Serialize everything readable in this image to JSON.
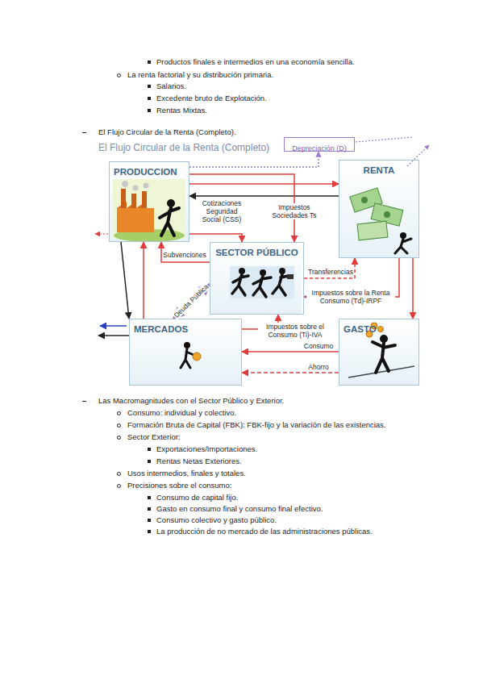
{
  "diagram": {
    "title": "El Flujo Circular de la Renta (Completo)",
    "nodes": [
      {
        "text": [
          "PRODUCCION"
        ]
      },
      {
        "text": [
          "RENTA"
        ]
      },
      {
        "text": [
          "SECTOR PÚBLICO"
        ]
      },
      {
        "text": [
          "MERCADOS"
        ]
      },
      {
        "text": [
          "GASTO"
        ]
      },
      {
        "text": [
          "Depreciación (D)"
        ]
      }
    ],
    "edges": [
      {
        "from": 0,
        "to": 1,
        "arrow": "to"
      },
      {
        "from": 1,
        "to": 0,
        "arrow": "to"
      },
      {
        "from": 0,
        "to": 2,
        "label": "Cotizaciones Seguridad Social (CSS)",
        "arrow": "to"
      },
      {
        "from": 0,
        "to": 2,
        "label": "Impuestos Sociedades Ts",
        "arrow": "to"
      },
      {
        "from": 2,
        "to": 1,
        "label": "Transferencias",
        "arrow": "to"
      },
      {
        "from": 2,
        "to": 0,
        "label": "Subvenciones",
        "arrow": "to"
      },
      {
        "from": 3,
        "to": 2,
        "label": "Deuda Pública",
        "arrow": "both"
      },
      {
        "from": 1,
        "to": 2,
        "label": "Impuestos sobre la Renta Consumo (Td)-IRPF",
        "arrow": "to"
      },
      {
        "from": 3,
        "to": 2,
        "label": "Impuestos sobre el Consumo (Ti)-IVA",
        "arrow": "to"
      },
      {
        "from": 4,
        "to": 3,
        "label": "Consumo",
        "arrow": "to"
      },
      {
        "from": 4,
        "to": 3,
        "label": "Ahorro",
        "arrow": "to"
      },
      {
        "from": 1,
        "to": 4,
        "arrow": "to"
      },
      {
        "from": 0,
        "to": 3,
        "arrow": "to"
      },
      {
        "from": 3,
        "to": 0,
        "arrow": "to"
      },
      {
        "from": 0,
        "to": 5,
        "arrow": "to"
      }
    ],
    "labels": [
      "Productos finales e intermedios en una economía sencilla.",
      "La renta factorial y su distribución primaria.",
      "Salarios.",
      "Excedente bruto de Explotación.",
      "Rentas Mixtas.",
      "El Flujo Circular de la Renta (Completo).",
      "Las Macromagnitudes con el Sector Público y Exterior.",
      "Consumo: individual y colectivo.",
      "Formación Bruta de Capital (FBK): FBK-fijo y la variación de las existencias.",
      "Sector Exterior:",
      "Exportaciones/Importaciones.",
      "Rentas Netas Exteriores.",
      "Usos intermedios, finales y totales.",
      "Precisiones sobre el consumo:",
      "Consumo de capital fijo.",
      "Gasto en consumo final y consumo final efectivo.",
      "Consumo colectivo y gasto público.",
      "La producción de no mercado de las administraciones públicas."
    ]
  }
}
